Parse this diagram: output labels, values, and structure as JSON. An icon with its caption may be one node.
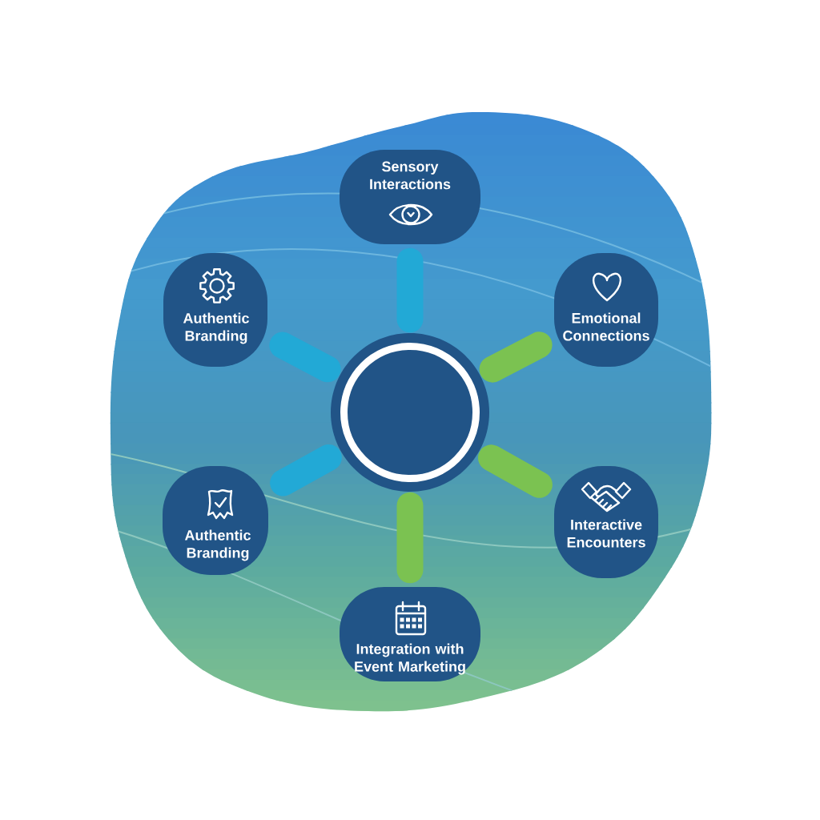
{
  "diagram": {
    "nodes": [
      {
        "text": [
          "Sensory Interactions"
        ]
      },
      {
        "text": [
          "Authentic Branding"
        ]
      },
      {
        "text": [
          "Emotional Connections"
        ]
      },
      {
        "text": [],
        "shape": "circle"
      },
      {
        "text": [
          "Authentic Branding"
        ]
      },
      {
        "text": [
          "Interactive Encounters"
        ]
      },
      {
        "text": [
          "Integration with Event Marketing"
        ]
      }
    ],
    "edges": [
      {
        "from": 3,
        "to": 0,
        "arrow": "none",
        "color": "#22a9d6"
      },
      {
        "from": 3,
        "to": 1,
        "arrow": "none",
        "color": "#22a9d6"
      },
      {
        "from": 3,
        "to": 2,
        "arrow": "none",
        "color": "#7bc251"
      },
      {
        "from": 3,
        "to": 4,
        "arrow": "none",
        "color": "#22a9d6"
      },
      {
        "from": 3,
        "to": 5,
        "arrow": "none",
        "color": "#7bc251"
      },
      {
        "from": 3,
        "to": 6,
        "arrow": "none",
        "color": "#7bc251"
      }
    ]
  }
}
